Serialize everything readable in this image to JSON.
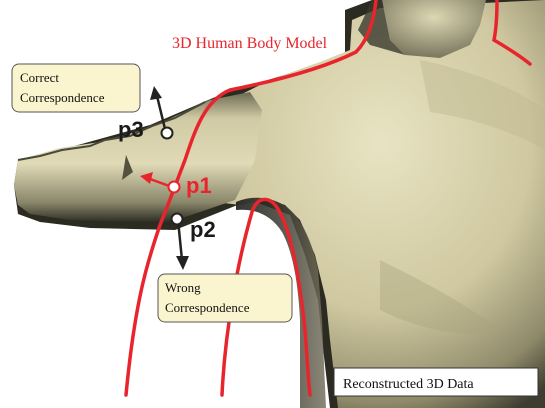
{
  "labels": {
    "model_title": "3D Human Body Model",
    "correct_line1": "Correct",
    "correct_line2": "Correspondence",
    "wrong_line1": "Wrong",
    "wrong_line2": "Correspondence",
    "data_caption": "Reconstructed 3D Data"
  },
  "points": {
    "p1": "p1",
    "p2": "p2",
    "p3": "p3"
  },
  "colors": {
    "model_curve": "#e8252c",
    "body_light": "#e6e1bf",
    "body_shadow": "#3a3a2c",
    "callout_fill": "#fbf5cf",
    "arrow_dark": "#222222"
  }
}
